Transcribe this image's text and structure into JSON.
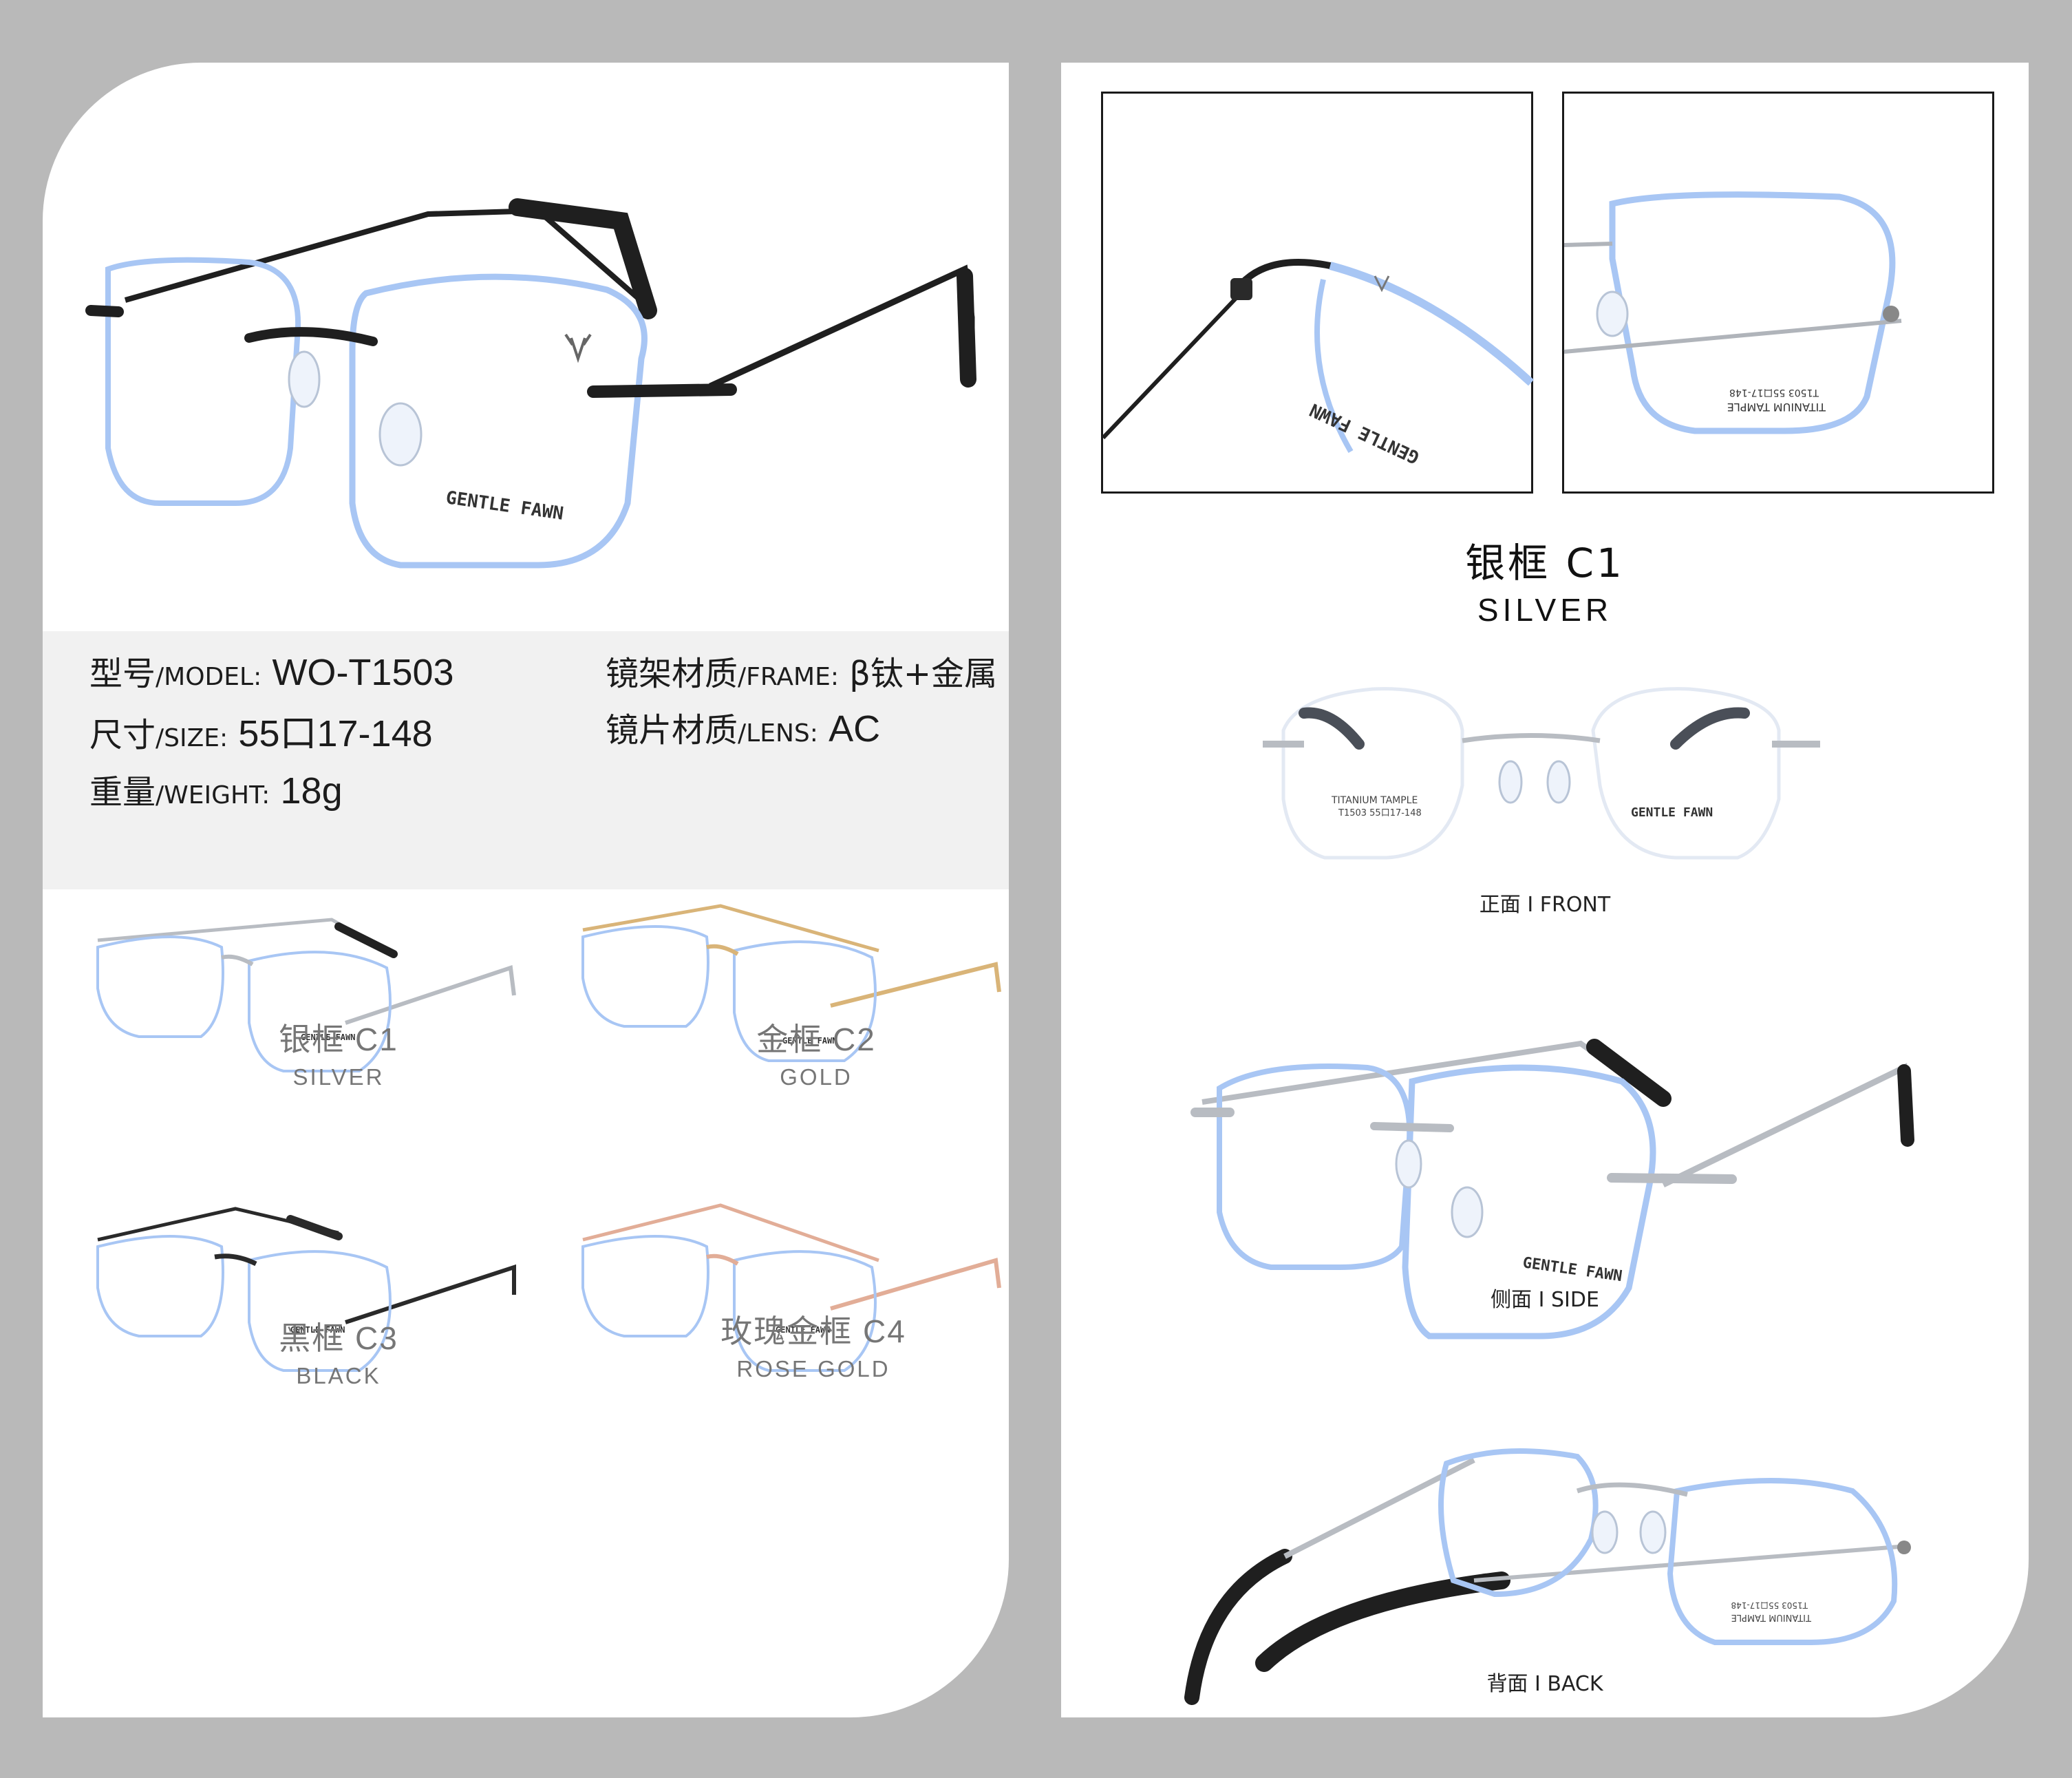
{
  "spec": {
    "model": {
      "label_cn": "型号",
      "label_en": "/MODEL:",
      "value": "WO-T1503"
    },
    "size": {
      "label_cn": "尺寸",
      "label_en": "/SIZE:",
      "value": "55口17-148"
    },
    "weight": {
      "label_cn": "重量",
      "label_en": "/WEIGHT:",
      "value": "18g"
    },
    "frame": {
      "label_cn": "镜架材质",
      "label_en": "/FRAME:",
      "value": "β钛+金属"
    },
    "lens": {
      "label_cn": "镜片材质",
      "label_en": "/LENS:",
      "value": "AC"
    }
  },
  "brand": "GENTLE FAWN",
  "lens_print": {
    "line1": "TITANIUM TAMPLE",
    "line2": "T1503  55口17-148"
  },
  "colors": [
    {
      "cn": "银框 C1",
      "en": "SILVER",
      "hex": "#b8bcc2"
    },
    {
      "cn": "金框 C2",
      "en": "GOLD",
      "hex": "#d9b478"
    },
    {
      "cn": "黑框 C3",
      "en": "BLACK",
      "hex": "#2a2a2a"
    },
    {
      "cn": "玫瑰金框 C4",
      "en": "ROSE GOLD",
      "hex": "#e2ad97"
    }
  ],
  "hero": {
    "cn": "银框 C1",
    "en": "SILVER"
  },
  "views": {
    "front": "正面 I FRONT",
    "side": "侧面 I SIDE",
    "back": "背面 I BACK"
  },
  "palette": {
    "lens_edge": "#a8c6f4",
    "panel": "#ffffff",
    "band": "#f1f1f1",
    "backdrop": "#b9b9b9"
  }
}
